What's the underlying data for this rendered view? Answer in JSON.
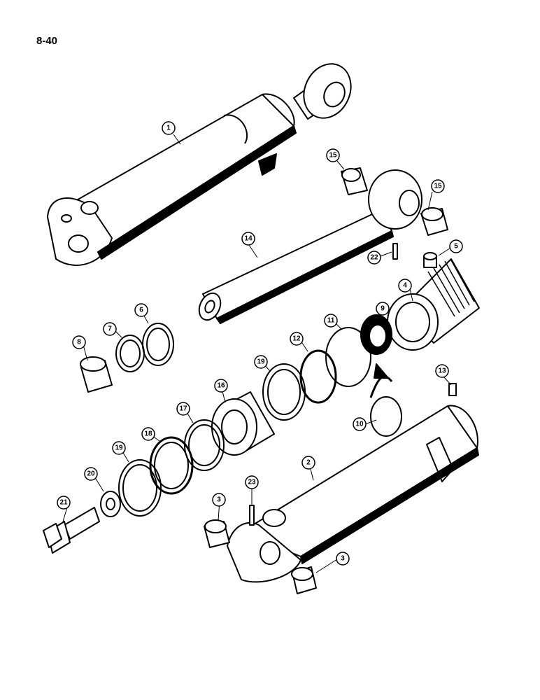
{
  "page": {
    "number": "8-40"
  },
  "callouts": [
    "1",
    "15",
    "15",
    "14",
    "5",
    "22",
    "4",
    "9",
    "11",
    "12",
    "6",
    "7",
    "8",
    "19",
    "16",
    "17",
    "18",
    "19",
    "20",
    "21",
    "13",
    "10",
    "2",
    "3",
    "23",
    "3"
  ]
}
